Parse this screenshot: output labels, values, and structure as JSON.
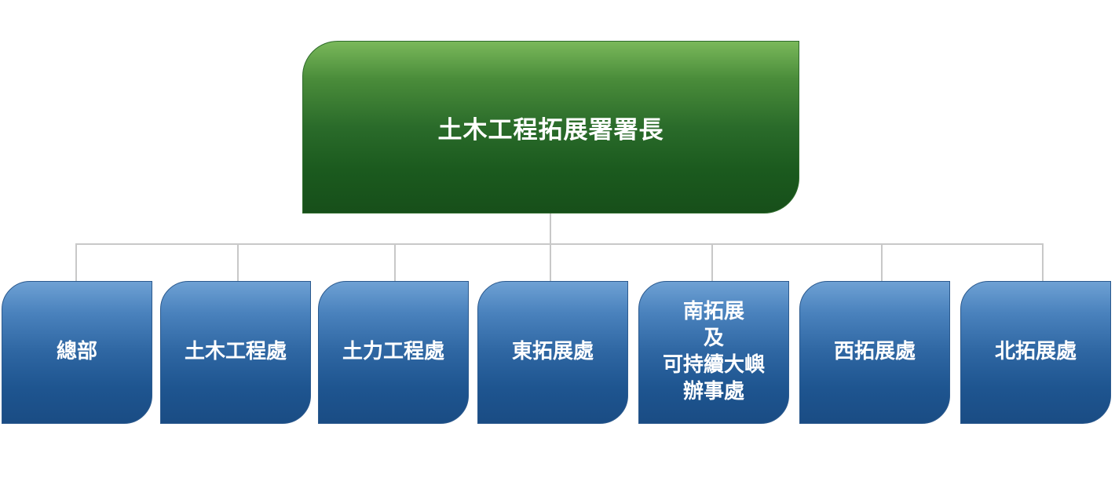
{
  "root": {
    "label": "土木工程拓展署署長"
  },
  "children": [
    {
      "label": "總部"
    },
    {
      "label": "土木工程處"
    },
    {
      "label": "土力工程處"
    },
    {
      "label": "東拓展處"
    },
    {
      "label": "南拓展\n及\n可持續大嶼\n辦事處"
    },
    {
      "label": "西拓展處"
    },
    {
      "label": "北拓展處"
    }
  ],
  "colors": {
    "root_fill": "#1b5a1e",
    "root_highlight": "#7ab85a",
    "child_fill": "#1e5590",
    "child_highlight": "#6ea1d4",
    "connector": "#c8c8c8",
    "text": "#ffffff"
  }
}
